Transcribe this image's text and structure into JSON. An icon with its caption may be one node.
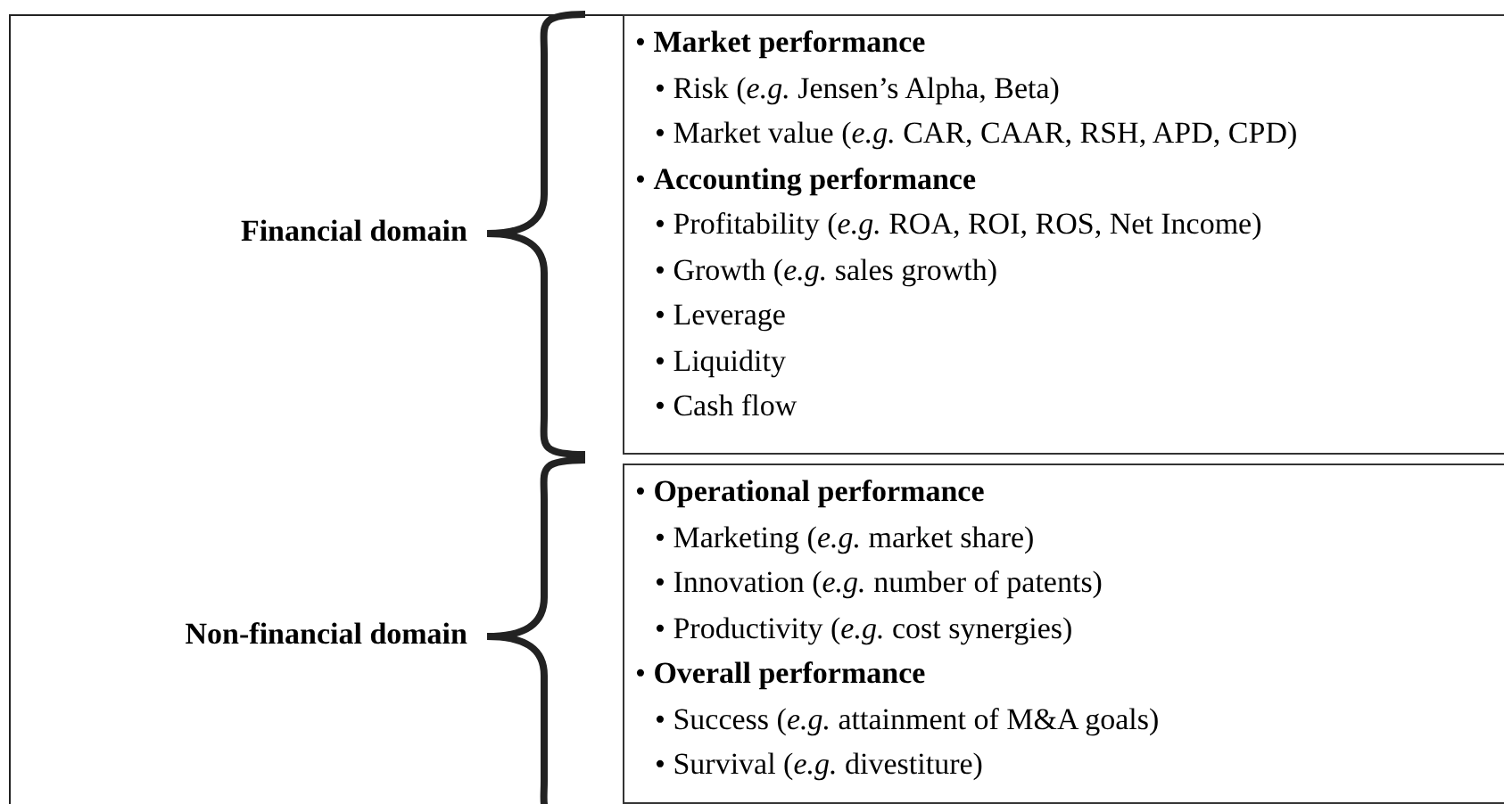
{
  "diagram": {
    "nodes": [
      {
        "text": [
          "• **Market performance**",
          "• Risk (*e.g.* Jensen’s Alpha, Beta)",
          "• Market value (*e.g.* CAR, CAAR, RSH, APD, CPD)",
          "• **Accounting performance**",
          "• Profitability (*e.g.* ROA, ROI, ROS, Net Income)",
          "• Growth (*e.g.* sales growth)",
          "• Leverage",
          "• Liquidity",
          "• Cash flow"
        ]
      },
      {
        "text": [
          "• **Operational performance**",
          "• Marketing (*e.g.* market share)",
          "• Innovation (*e.g.* number of patents)",
          "• Productivity (*e.g.* cost synergies)",
          "• **Overall performance**",
          "• Success (*e.g.* attainment of M&A goals)",
          "• Survival (*e.g.* divestiture)"
        ]
      }
    ],
    "labels": [
      "Financial domain",
      "Non-financial domain"
    ]
  }
}
